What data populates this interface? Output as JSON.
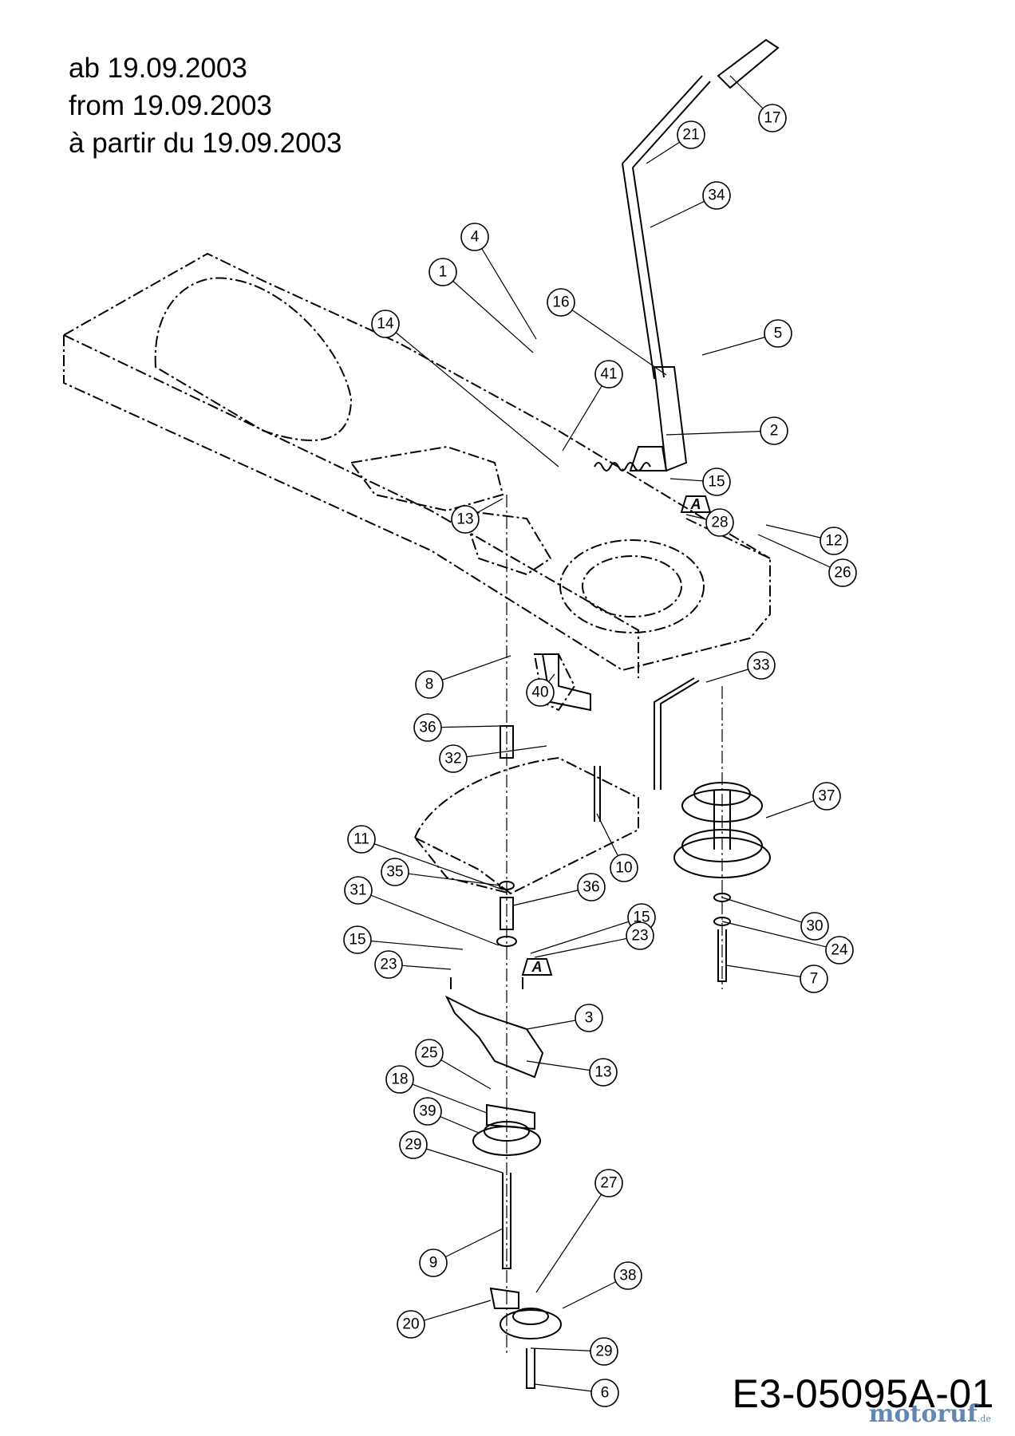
{
  "header": {
    "line_de": "ab 19.09.2003",
    "line_en": "from 19.09.2003",
    "line_fr": "à partir du 19.09.2003"
  },
  "drawing_number": "E3-05095A-01",
  "watermark": {
    "text": "motoruf",
    "suffix": ".de",
    "color": "#2f5f9a"
  },
  "callouts": [
    "1",
    "2",
    "3",
    "4",
    "5",
    "6",
    "7",
    "8",
    "9",
    "10",
    "11",
    "12",
    "13",
    "13",
    "14",
    "15",
    "15",
    "15",
    "16",
    "17",
    "18",
    "20",
    "21",
    "23",
    "23",
    "24",
    "25",
    "26",
    "27",
    "28",
    "29",
    "29",
    "30",
    "31",
    "32",
    "33",
    "34",
    "35",
    "36",
    "36",
    "37",
    "38",
    "39",
    "40",
    "41"
  ],
  "markers": [
    "A",
    "A"
  ]
}
